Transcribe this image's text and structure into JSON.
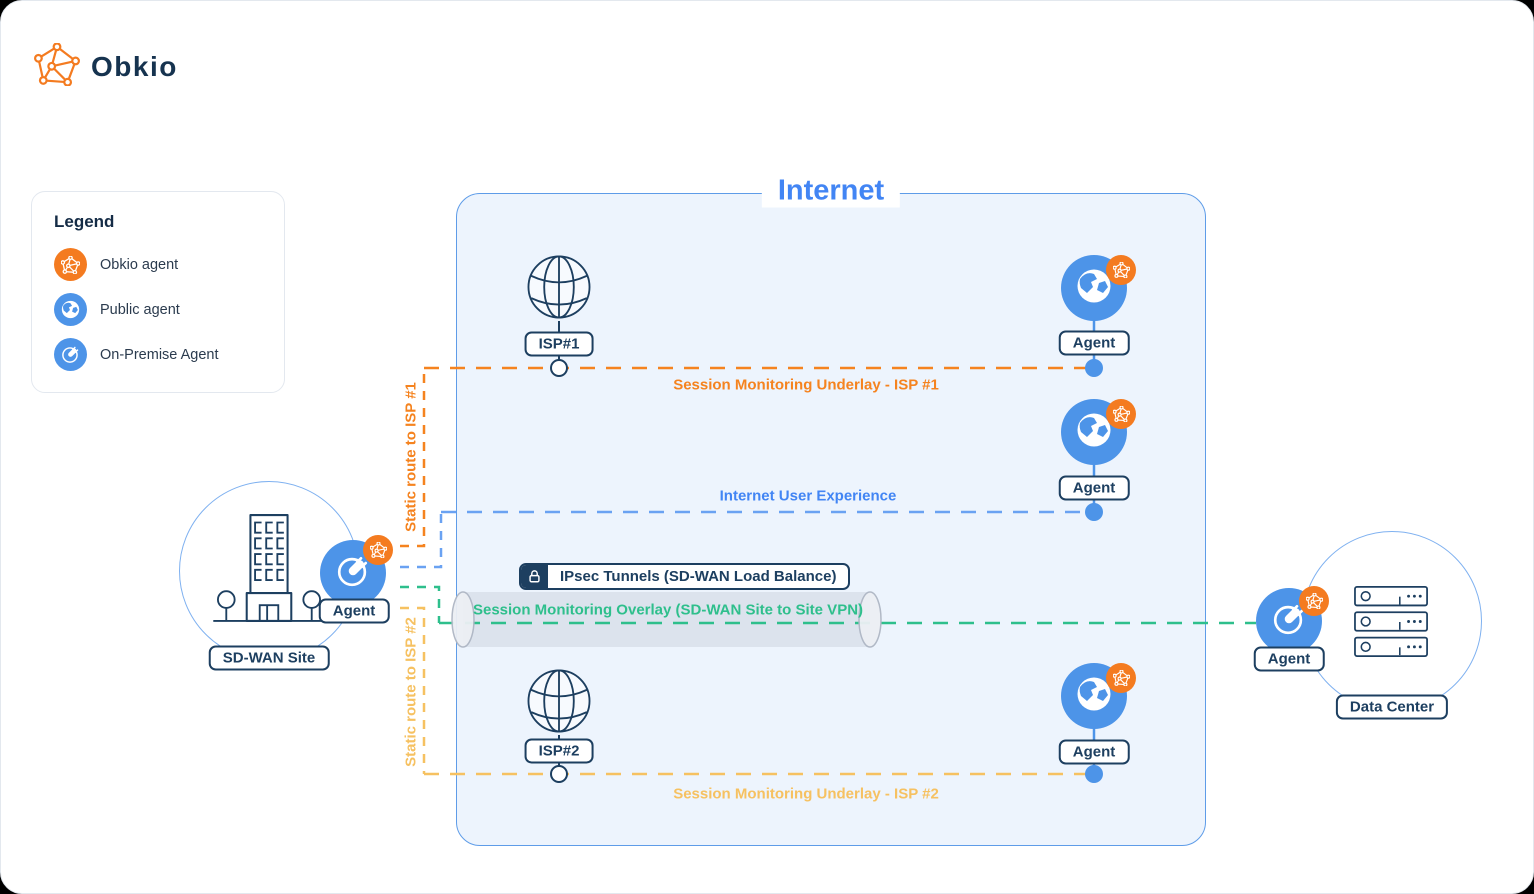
{
  "brand": {
    "name": "Obkio",
    "logo_icon": "obkio-network-icon"
  },
  "legend": {
    "title": "Legend",
    "items": [
      {
        "icon": "obkio-agent-icon",
        "label": "Obkio agent",
        "color": "#F47B20"
      },
      {
        "icon": "public-agent-globe-icon",
        "label": "Public agent",
        "color": "#4D94E8"
      },
      {
        "icon": "on-premise-agent-plug-icon",
        "label": "On-Premise Agent",
        "color": "#4D94E8"
      }
    ]
  },
  "internet": {
    "title": "Internet"
  },
  "nodes": {
    "isp1": {
      "label": "ISP#1",
      "icon": "globe-wireframe-icon"
    },
    "isp2": {
      "label": "ISP#2",
      "icon": "globe-wireframe-icon"
    },
    "public_agent_1": {
      "label": "Agent",
      "icon": "globe-icon",
      "badge_icon": "obkio-badge-icon"
    },
    "public_agent_2": {
      "label": "Agent",
      "icon": "globe-icon",
      "badge_icon": "obkio-badge-icon"
    },
    "public_agent_3": {
      "label": "Agent",
      "icon": "globe-icon",
      "badge_icon": "obkio-badge-icon"
    },
    "sdwan_site": {
      "label": "SD-WAN Site",
      "agent_label": "Agent",
      "icon": "office-building-icon"
    },
    "data_center": {
      "label": "Data Center",
      "agent_label": "Agent",
      "icon": "server-rack-icon"
    }
  },
  "links": {
    "underlay_isp1": {
      "label": "Session Monitoring Underlay - ISP #1",
      "color": "#F5831F",
      "style": "dashed"
    },
    "internet_ux": {
      "label": "Internet User Experience",
      "color": "#4285F4",
      "style": "dashed"
    },
    "overlay_vpn": {
      "label": "Session Monitoring Overlay (SD-WAN Site to Site VPN)",
      "color": "#2EBF8C",
      "style": "dashed"
    },
    "underlay_isp2": {
      "label": "Session Monitoring Underlay - ISP #2",
      "color": "#F6C161",
      "style": "dashed"
    },
    "ipsec_tunnel": {
      "label": "IPsec Tunnels (SD-WAN Load Balance)",
      "lock_icon": "lock-icon"
    },
    "static_route_isp1": {
      "label": "Static route to ISP #1",
      "color": "#F5831F"
    },
    "static_route_isp2": {
      "label": "Static route to ISP #2",
      "color": "#F6C161"
    }
  },
  "colors": {
    "brand_orange": "#F47B20",
    "agent_blue": "#4D94E8",
    "navy": "#1D3F60",
    "internet_fill": "#EDF4FD",
    "internet_border": "#5E9CE8"
  }
}
